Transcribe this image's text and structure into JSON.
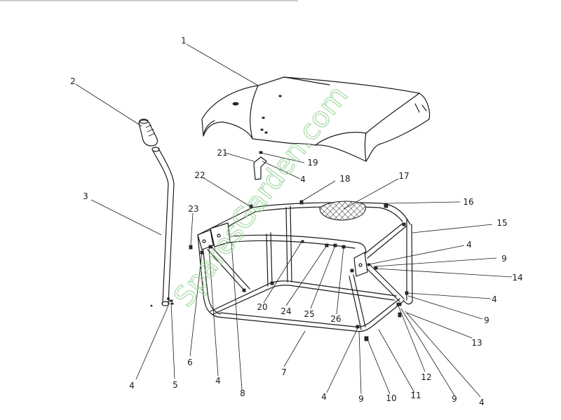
{
  "watermark": "SparesGarden.com",
  "callouts": [
    {
      "id": "c1",
      "text": "1"
    },
    {
      "id": "c2",
      "text": "2"
    },
    {
      "id": "c3",
      "text": "3"
    },
    {
      "id": "c4a",
      "text": "4"
    },
    {
      "id": "c5",
      "text": "5"
    },
    {
      "id": "c6",
      "text": "6"
    },
    {
      "id": "c4b",
      "text": "4"
    },
    {
      "id": "c8",
      "text": "8"
    },
    {
      "id": "c7",
      "text": "7"
    },
    {
      "id": "c4c",
      "text": "4"
    },
    {
      "id": "c9a",
      "text": "9"
    },
    {
      "id": "c10",
      "text": "10"
    },
    {
      "id": "c11",
      "text": "11"
    },
    {
      "id": "c9b",
      "text": "9"
    },
    {
      "id": "c4d",
      "text": "4"
    },
    {
      "id": "c12",
      "text": "12"
    },
    {
      "id": "c13",
      "text": "13"
    },
    {
      "id": "c9c",
      "text": "9"
    },
    {
      "id": "c4e",
      "text": "4"
    },
    {
      "id": "c14",
      "text": "14"
    },
    {
      "id": "c9d",
      "text": "9"
    },
    {
      "id": "c4f",
      "text": "4"
    },
    {
      "id": "c15",
      "text": "15"
    },
    {
      "id": "c16",
      "text": "16"
    },
    {
      "id": "c17",
      "text": "17"
    },
    {
      "id": "c18",
      "text": "18"
    },
    {
      "id": "c19",
      "text": "19"
    },
    {
      "id": "c4g",
      "text": "4"
    },
    {
      "id": "c21",
      "text": "21"
    },
    {
      "id": "c22",
      "text": "22"
    },
    {
      "id": "c23",
      "text": "23"
    },
    {
      "id": "c20",
      "text": "20"
    },
    {
      "id": "c24",
      "text": "24"
    },
    {
      "id": "c25",
      "text": "25"
    },
    {
      "id": "c26",
      "text": "26"
    }
  ]
}
